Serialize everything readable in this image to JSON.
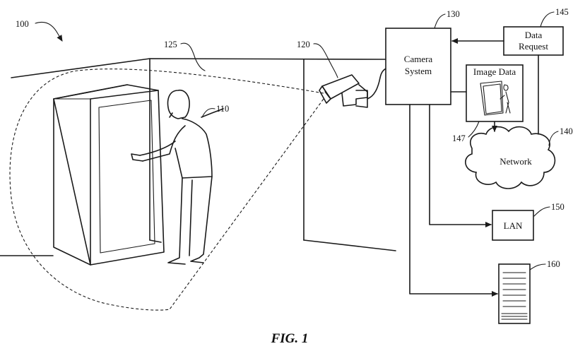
{
  "figure": {
    "caption": "FIG. 1",
    "refs": {
      "scene": "100",
      "person": "110",
      "camera": "120",
      "field_of_view": "125",
      "camera_system": "130",
      "network": "140",
      "data_request": "145",
      "image_data": "147",
      "lan": "150",
      "server": "160"
    },
    "blocks": {
      "camera_system_line1": "Camera",
      "camera_system_line2": "System",
      "data_request_line1": "Data",
      "data_request_line2": "Request",
      "image_data": "Image Data",
      "network": "Network",
      "lan": "LAN"
    }
  }
}
